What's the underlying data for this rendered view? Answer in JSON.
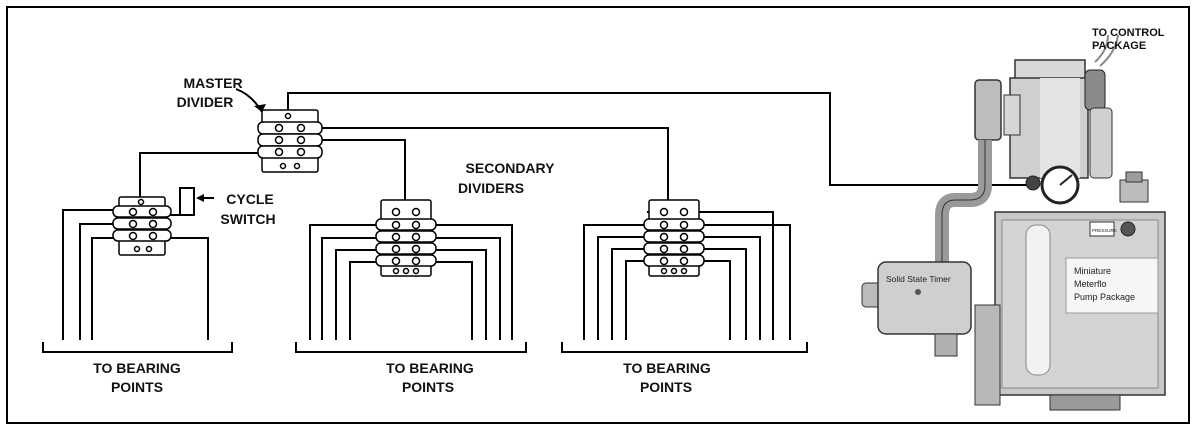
{
  "labels": {
    "master_divider_1": "MASTER",
    "master_divider_2": "DIVIDER",
    "cycle_switch_1": "CYCLE",
    "cycle_switch_2": "SWITCH",
    "secondary_1": "SECONDARY",
    "secondary_2": "DIVIDERS",
    "to_control_1": "TO CONTROL",
    "to_control_2": "PACKAGE",
    "bearing_1a": "TO BEARING",
    "bearing_1b": "POINTS",
    "bearing_2a": "TO BEARING",
    "bearing_2b": "POINTS",
    "bearing_3a": "TO BEARING",
    "bearing_3b": "POINTS",
    "timer": "Solid State Timer",
    "pump_1": "Miniature",
    "pump_2": "Meterflo",
    "pump_3": "Pump Package",
    "badge": "PRESSURE"
  },
  "icons": {
    "arrow": "arrow-left-icon"
  }
}
